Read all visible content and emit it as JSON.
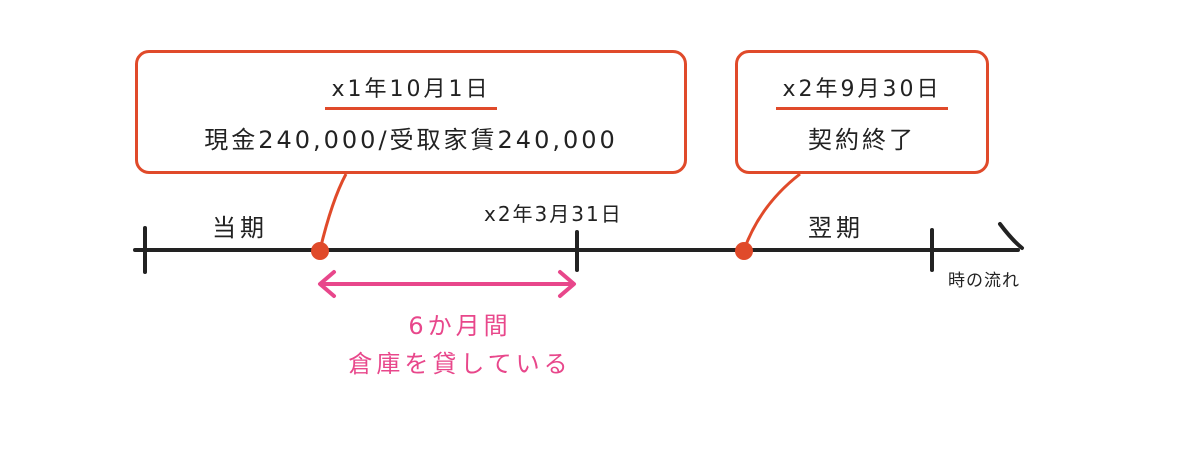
{
  "colors": {
    "callout_border": "#e04a2a",
    "marker": "#e04a2a",
    "timeline": "#222222",
    "period_arrow": "#e8478b",
    "period_text": "#e8478b"
  },
  "callouts": [
    {
      "date": "x1年10月1日",
      "text": "現金240,000/受取家賃240,000"
    },
    {
      "date": "x2年9月30日",
      "text": "契約終了"
    }
  ],
  "timeline": {
    "current_period_label": "当期",
    "next_period_label": "翌期",
    "fiscal_year_end_label": "x2年3月31日",
    "flow_label": "時の流れ"
  },
  "period_note": {
    "line1": "6か月間",
    "line2": "倉庫を貸している"
  }
}
